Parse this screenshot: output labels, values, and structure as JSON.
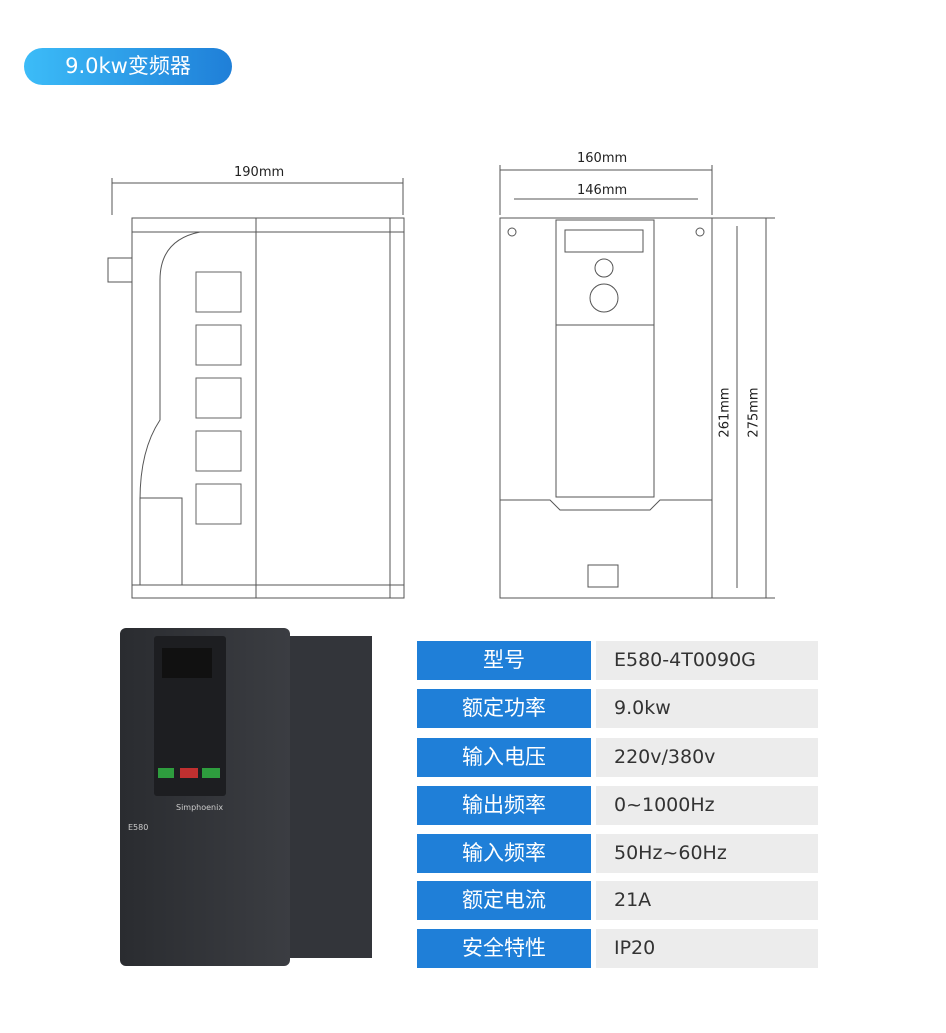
{
  "title": "9.0kw变频器",
  "dimensions": {
    "side_width": "190mm",
    "front_width_outer": "160mm",
    "front_width_inner": "146mm",
    "height_inner": "261mm",
    "height_outer": "275mm"
  },
  "product": {
    "brand": "Simphoenix",
    "model_label": "E580"
  },
  "specs": [
    {
      "label": "型号",
      "value": "E580-4T0090G"
    },
    {
      "label": "额定功率",
      "value": "9.0kw"
    },
    {
      "label": "输入电压",
      "value": "220v/380v"
    },
    {
      "label": "输出频率",
      "value": "0~1000Hz"
    },
    {
      "label": "输入频率",
      "value": "50Hz~60Hz"
    },
    {
      "label": "额定电流",
      "value": "21A"
    },
    {
      "label": "安全特性",
      "value": "IP20"
    }
  ]
}
